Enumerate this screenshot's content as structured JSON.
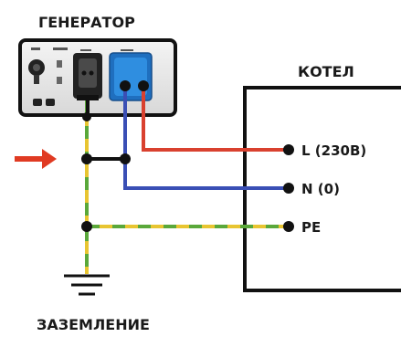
{
  "labels": {
    "generator": "ГЕНЕРАТОР",
    "boiler": "КОТЕЛ",
    "grounding": "ЗАЗЕМЛЕНИЕ",
    "line": "L (230В)",
    "neutral": "N (0)",
    "protective_earth": "PE"
  },
  "colors": {
    "line_wire": "#d9412f",
    "neutral_wire": "#3a4fb5",
    "earth_wire_yellow": "#e8c531",
    "earth_wire_green": "#5aa83a",
    "arrow": "#e03a22",
    "outlet_blue": "#2f8ee0",
    "outlet_black": "#222222"
  },
  "icons": {
    "arrow": "arrow-right-icon",
    "ground": "ground-symbol-icon"
  }
}
